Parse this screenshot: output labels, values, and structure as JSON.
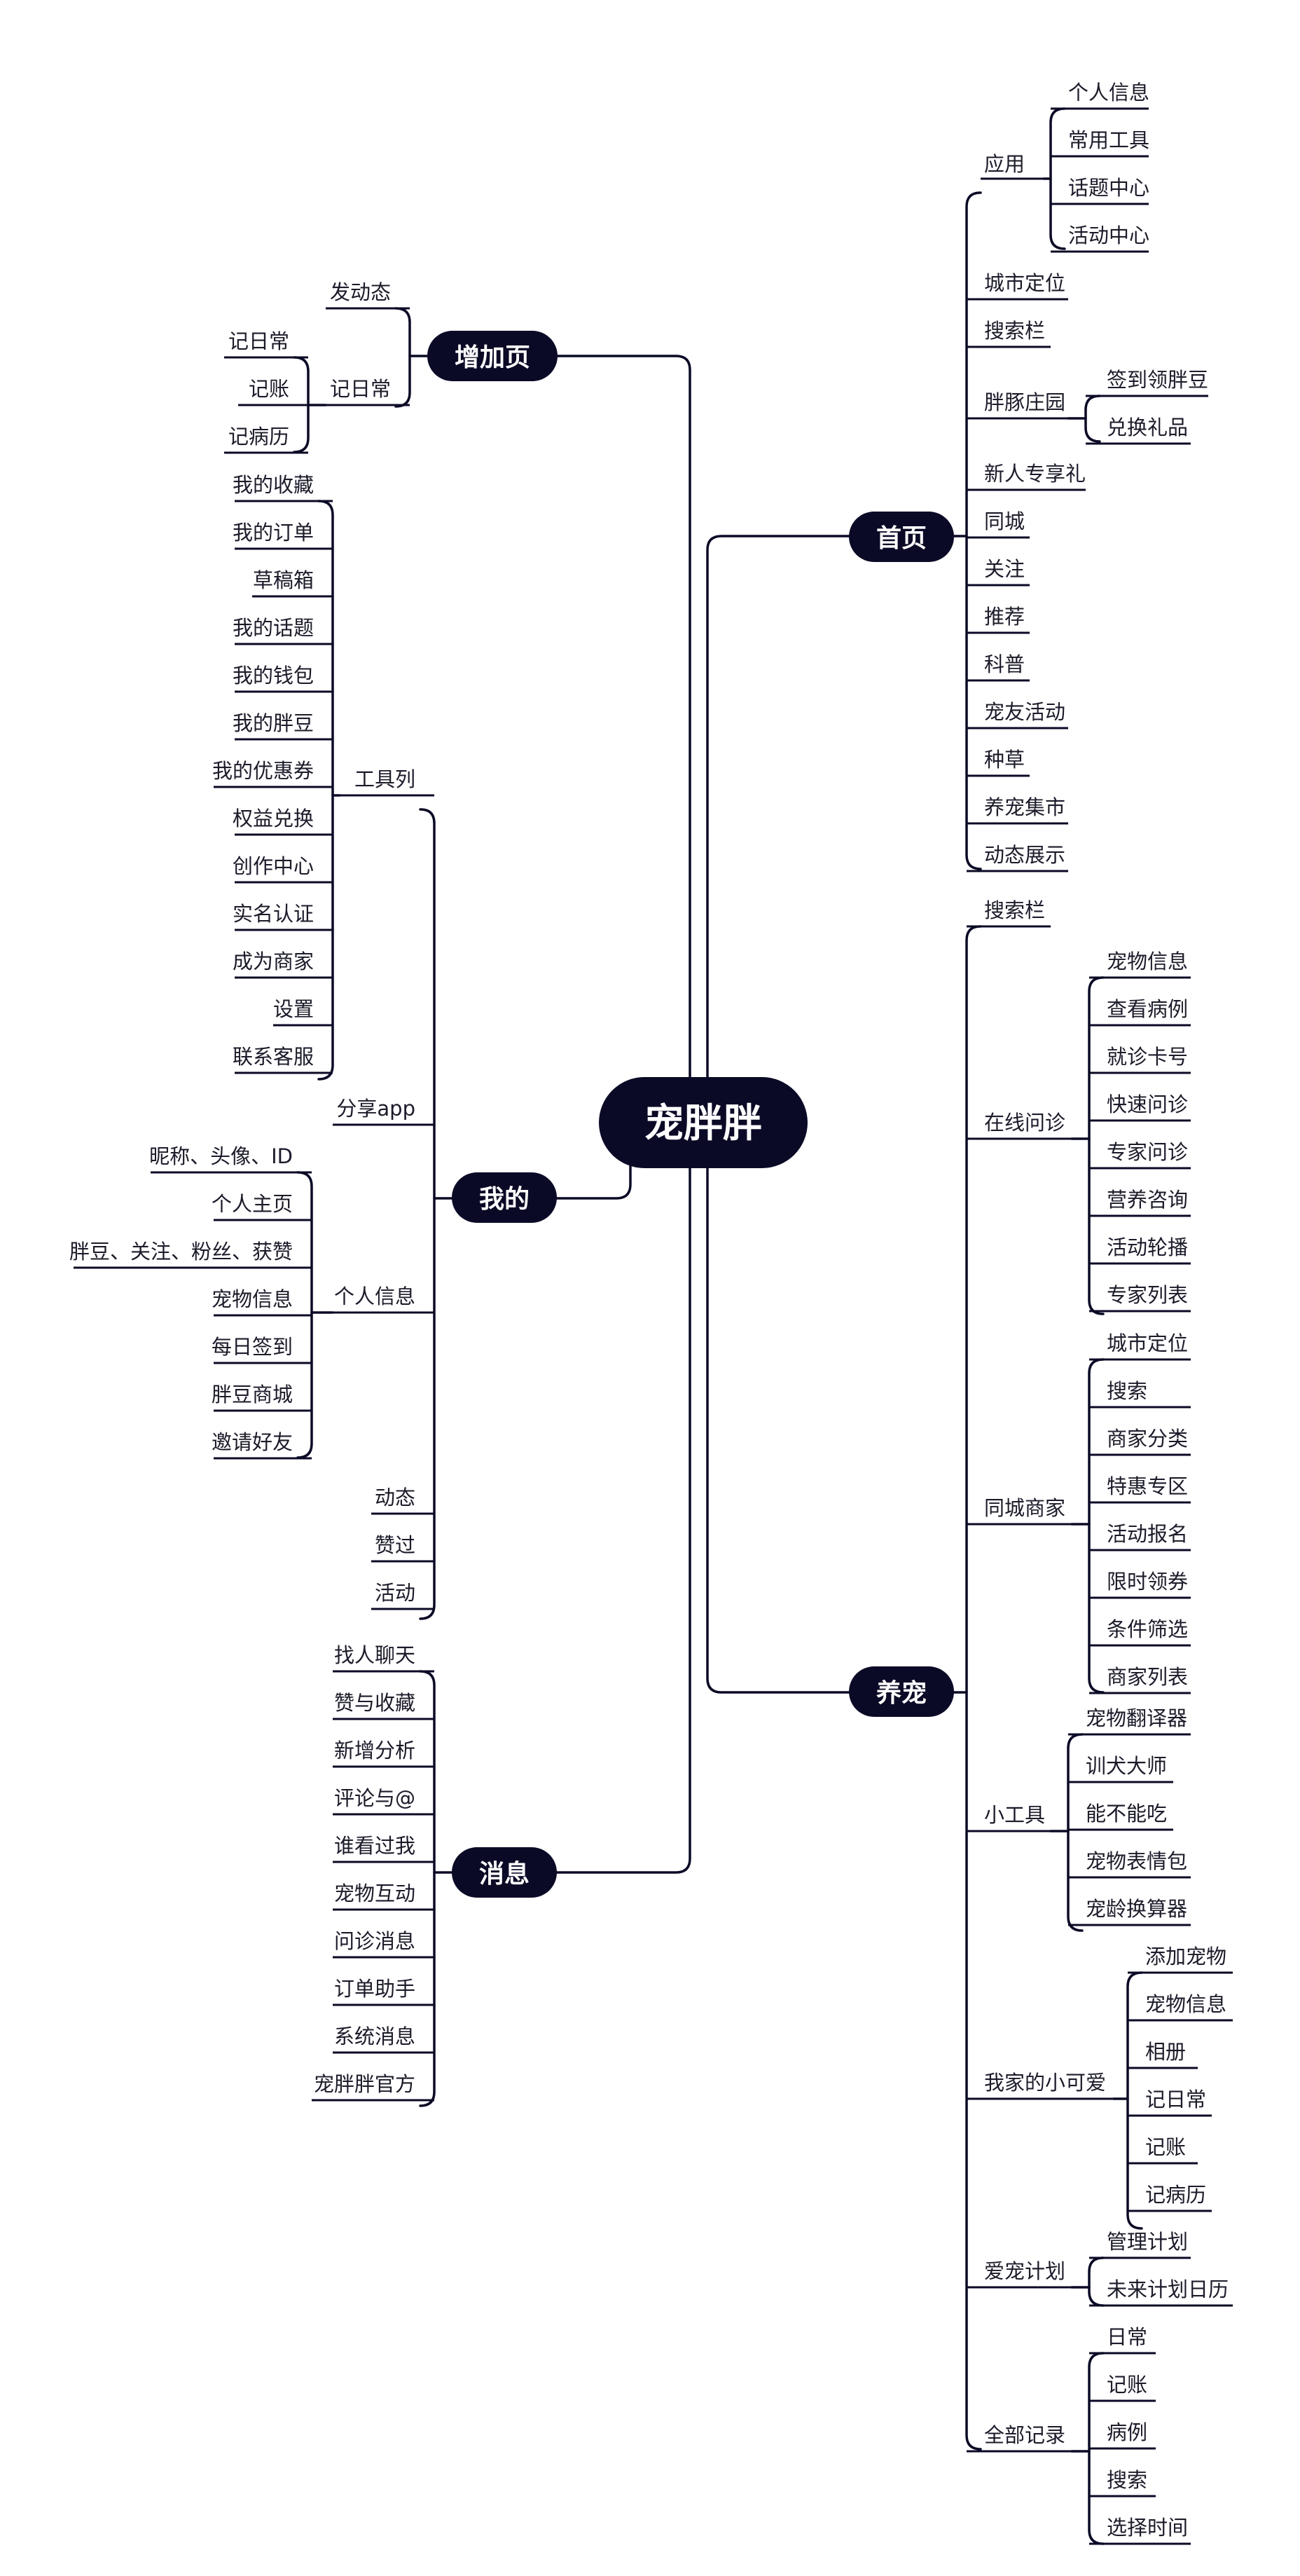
{
  "root": "宠胖胖",
  "branches": {
    "home": {
      "label": "首页",
      "groups": {
        "apps": {
          "label": "应用",
          "items": [
            "个人信息",
            "常用工具",
            "话题中心",
            "活动中心"
          ]
        },
        "farm": {
          "label": "胖豚庄园",
          "items": [
            "签到领胖豆",
            "兑换礼品"
          ]
        }
      },
      "single": [
        "城市定位",
        "搜索栏",
        "新人专享礼",
        "同城",
        "关注",
        "推荐",
        "科普",
        "宠友活动",
        "种草",
        "养宠集市",
        "动态展示"
      ]
    },
    "pets": {
      "label": "养宠",
      "search": "搜索栏",
      "groups": {
        "online": {
          "label": "在线问诊",
          "items": [
            "宠物信息",
            "查看病例",
            "就诊卡号",
            "快速问诊",
            "专家问诊",
            "营养咨询",
            "活动轮播",
            "专家列表"
          ]
        },
        "merchant": {
          "label": "同城商家",
          "items": [
            "城市定位",
            "搜索",
            "商家分类",
            "特惠专区",
            "活动报名",
            "限时领券",
            "条件筛选",
            "商家列表"
          ]
        },
        "tools": {
          "label": "小工具",
          "items": [
            "宠物翻译器",
            "训犬大师",
            "能不能吃",
            "宠物表情包",
            "宠龄换算器"
          ]
        },
        "cute": {
          "label": "我家的小可爱",
          "items": [
            "添加宠物",
            "宠物信息",
            "相册",
            "记日常",
            "记账",
            "记病历"
          ]
        },
        "plan": {
          "label": "爱宠计划",
          "items": [
            "管理计划",
            "未来计划日历"
          ]
        },
        "records": {
          "label": "全部记录",
          "items": [
            "日常",
            "记账",
            "病例",
            "搜索",
            "选择时间"
          ]
        }
      }
    },
    "add": {
      "label": "增加页",
      "post": "发动态",
      "daily": {
        "label": "记日常",
        "items": [
          "记日常",
          "记账",
          "记病历"
        ]
      }
    },
    "mine": {
      "label": "我的",
      "toolbar": {
        "label": "工具列",
        "items": [
          "我的收藏",
          "我的订单",
          "草稿箱",
          "我的话题",
          "我的钱包",
          "我的胖豆",
          "我的优惠券",
          "权益兑换",
          "创作中心",
          "实名认证",
          "成为商家",
          "设置",
          "联系客服"
        ]
      },
      "share": "分享app",
      "profile": {
        "label": "个人信息",
        "items": [
          "昵称、头像、ID",
          "个人主页",
          "胖豆、关注、粉丝、获赞",
          "宠物信息",
          "每日签到",
          "胖豆商城",
          "邀请好友"
        ]
      },
      "tail": [
        "动态",
        "赞过",
        "活动"
      ]
    },
    "messages": {
      "label": "消息",
      "items": [
        "找人聊天",
        "赞与收藏",
        "新增分析",
        "评论与@",
        "谁看过我",
        "宠物互动",
        "问诊消息",
        "订单助手",
        "系统消息",
        "宠胖胖官方"
      ]
    }
  }
}
